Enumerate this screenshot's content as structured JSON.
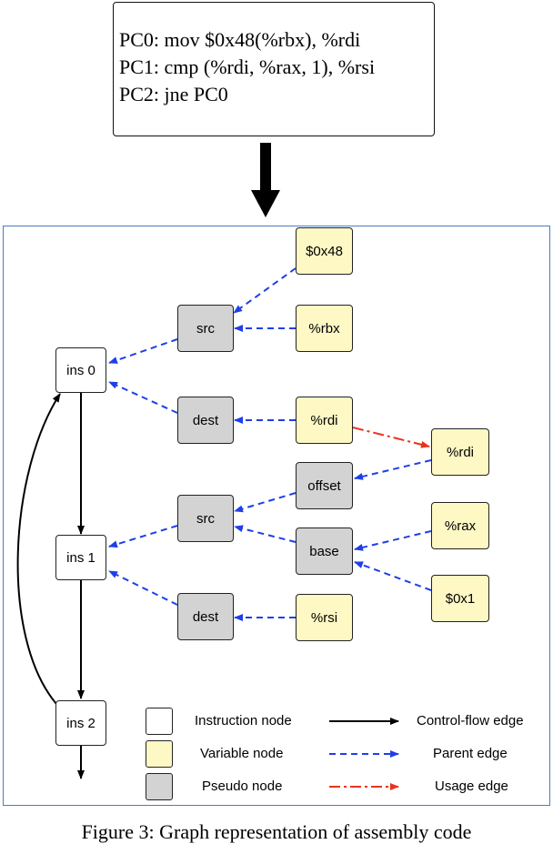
{
  "code": {
    "lines": [
      "PC0: mov $0x48(%rbx), %rdi",
      "PC1: cmp (%rdi, %rax, 1), %rsi",
      "PC2: jne PC0"
    ]
  },
  "nodes": {
    "ins0": "ins 0",
    "ins1": "ins 1",
    "ins2": "ins 2",
    "src0": "src",
    "dest0": "dest",
    "src1": "src",
    "dest1": "dest",
    "offset": "offset",
    "base": "base",
    "v_0x48": "$0x48",
    "v_rbx": "%rbx",
    "v_rdi_a": "%rdi",
    "v_rdi_b": "%rdi",
    "v_rax": "%rax",
    "v_0x1": "$0x1",
    "v_rsi": "%rsi"
  },
  "legend": {
    "instruction_node": "Instruction node",
    "variable_node": "Variable node",
    "pseudo_node": "Pseudo node",
    "control_flow_edge": "Control-flow edge",
    "parent_edge": "Parent edge",
    "usage_edge": "Usage edge"
  },
  "colors": {
    "control_flow": "#000000",
    "parent": "#1f3fe8",
    "usage": "#e8341c",
    "variable_fill": "#fdf8c4",
    "pseudo_fill": "#d3d3d3",
    "frame": "#4a7cc4"
  },
  "caption": "Figure 3: Graph representation of assembly code"
}
